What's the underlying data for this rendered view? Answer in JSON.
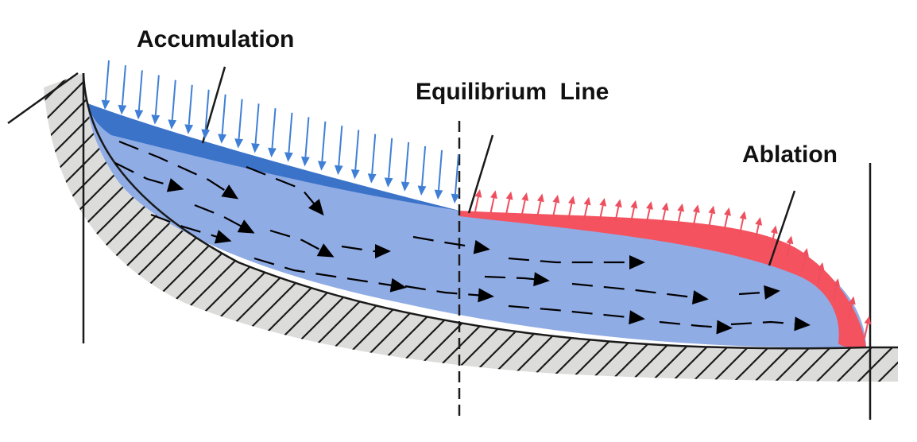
{
  "labels": {
    "accumulation": "Accumulation",
    "equilibrium_line": "Equilibrium  Line",
    "ablation": "Ablation"
  },
  "colors": {
    "accumulation_zone": "#3b73c9",
    "glacier_body": "#90ace5",
    "ablation_zone": "#f4525e",
    "accumulation_arrows": "#3f7fd6",
    "ablation_arrows": "#ee4f5e",
    "bedrock_shading": "#dcdcda",
    "flow_arrows": "#000000"
  },
  "icons": {
    "snowfall_arrows": "arrow-down-icon",
    "melt_arrows": "arrow-up-icon",
    "flow_lines": "arrow-right-icon"
  }
}
